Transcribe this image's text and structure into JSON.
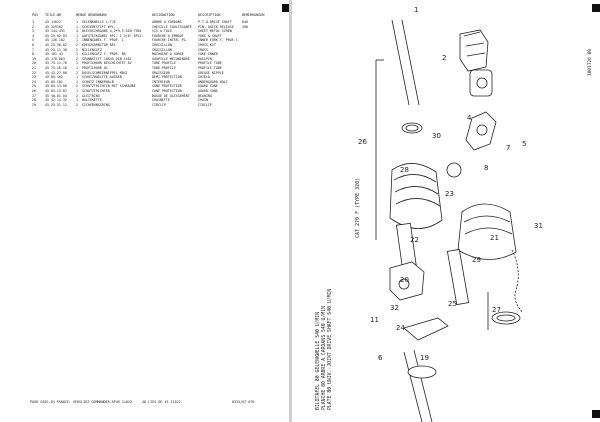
{
  "parts_list": {
    "headers": [
      "POS",
      "TEILE-NR",
      "MENGE BENENNUNG",
      "DESIGNATION",
      "DESCRIPTION",
      "BEMERKUNGEN"
    ],
    "rows": [
      {
        "pos": "1",
        "nr": "45 11022",
        "qty": "1",
        "de": "GELENKWELLE L-TJE",
        "fr": "ARBRE A CARDANS",
        "en": "P.T.O.DRIVE SHAFT",
        "rem": "640"
      },
      {
        "pos": "2",
        "nr": "45 329107",
        "qty": "1",
        "de": "SCHIEBESTIFT 6PL.",
        "fr": "CHEVILLE COULISSANTE",
        "en": "PIN, QUICK RELEASE",
        "rem": "490"
      },
      {
        "pos": "3",
        "nr": "45 144.431",
        "qty": "4",
        "de": "BLECHSCHRAUBE 4,2*9.5 DIN 7981",
        "fr": "VIS A TOLE",
        "en": "SHEET METAL SCREW",
        "rem": ""
      },
      {
        "pos": "4",
        "nr": "45 25.02.83",
        "qty": "1",
        "de": "AUFSTECKGABEL 6PL. 1 3/8\" 6PLZ.",
        "fr": "FOURCHE A EMBOUT",
        "en": "YOKE & SHAFT",
        "rem": ""
      },
      {
        "pos": "5",
        "nr": "45 126.102",
        "qty": "1",
        "de": "INNENGABEL F. PROF. 1",
        "fr": "FOURCHE INTER. PL.",
        "en": "INNER FORK F. PROF.1",
        "rem": ""
      },
      {
        "pos": "6",
        "nr": "45 25.30.02",
        "qty": "2",
        "de": "KREUZGARNITUR 8PL",
        "fr": "CROISILLON",
        "en": "CROSS KIT",
        "rem": ""
      },
      {
        "pos": "7",
        "nr": "45 25.11.30",
        "qty": "2",
        "de": "NILLENSATZ",
        "fr": "CROISILLON",
        "en": "CROSS",
        "rem": ""
      },
      {
        "pos": "8",
        "nr": "45 101.43",
        "qty": "1",
        "de": "KILLENSATZ F. PROF. 8R",
        "fr": "MACHOIRE A GORGE",
        "en": "YOKE INNER",
        "rem": ""
      },
      {
        "pos": "19",
        "nr": "45 170.083",
        "qty": "2",
        "de": "SPANNSTIFT 10X45 DIN 1481",
        "fr": "GOUPILLE MECANINDRE",
        "en": "ROLLPIN",
        "rem": ""
      },
      {
        "pos": "20",
        "nr": "45 75.11.76",
        "qty": "1",
        "de": "PROFILROHR BESCHICHTET 8V",
        "fr": "TUBE PROFILE",
        "en": "PROFILE TUBE",
        "rem": ""
      },
      {
        "pos": "21",
        "nr": "45 75.16.16",
        "qty": "1",
        "de": "PROFILROHR 8C",
        "fr": "TUBE PROFILE",
        "en": "PROFILE TUBE",
        "rem": ""
      },
      {
        "pos": "22",
        "nr": "45 42.27.00",
        "qty": "2",
        "de": "DOSELSCHMIERNIPPEL M8X1",
        "fr": "GRAISSEUR",
        "en": "GREASE NIPPLE",
        "rem": ""
      },
      {
        "pos": "23",
        "nr": "45 85.102",
        "qty": "1",
        "de": "SCHUTZHAELFTE AUSSEN",
        "fr": "DEMI-PROTECTION",
        "en": "SHIELD",
        "rem": ""
      },
      {
        "pos": "24",
        "nr": "45 85.101",
        "qty": "1",
        "de": "SCHUTZ INNERHALB",
        "fr": "INTERIEUR",
        "en": "UNDERGUARD HALF",
        "rem": ""
      },
      {
        "pos": "25",
        "nr": "45 85.13.08",
        "qty": "2",
        "de": "SCHUTZTRICHTER MIT SCHRAUBE",
        "fr": "CONE PROTECTEUR",
        "en": "GUARD CONE",
        "rem": ""
      },
      {
        "pos": "26",
        "nr": "45 85.13.07",
        "qty": "1",
        "de": "SCHUTZTRICHTER",
        "fr": "CONE PROTECTEUR",
        "en": "GUARD CONE",
        "rem": ""
      },
      {
        "pos": "27",
        "nr": "45 50.01.04",
        "qty": "2",
        "de": "GLEITRING",
        "fr": "BAGUE DE GLISSEMENT",
        "en": "BEARING",
        "rem": ""
      },
      {
        "pos": "28",
        "nr": "45 42.14.32",
        "qty": "1",
        "de": "HALTEKETTE",
        "fr": "CHAINETTE",
        "en": "CHAIN",
        "rem": ""
      },
      {
        "pos": "29",
        "nr": "45 25.51.12",
        "qty": "2",
        "de": "SICHERUNGSRING",
        "fr": "CIRCLIP",
        "en": "CIRCLIP",
        "rem": ""
      }
    ],
    "footer_left": "POUR CASE-IH FRANCE: VERSLIEZ COMMANDER AP45 11022",
    "footer_mid": "48 LIES DE 45 11022",
    "footer_right": "0325/07 070"
  },
  "drawing": {
    "title_block": [
      "BILDTAFEL   80  GELENKWELLE 540 U/MIN",
      "PLANCHE     80  ARBRE A CARDANS 540 U/MIN",
      "PLATE       80  UNIV.-JOINT DRIVE SHAFT 540 U/MIN"
    ],
    "model": "CAT 270 F (TYPE 320)",
    "doc_number": "1001726 00",
    "callouts": [
      "1",
      "2",
      "4",
      "5",
      "6",
      "7",
      "8",
      "11",
      "19",
      "20",
      "21",
      "22",
      "23",
      "24",
      "25",
      "26",
      "27",
      "28",
      "29",
      "30",
      "31",
      "32"
    ]
  }
}
